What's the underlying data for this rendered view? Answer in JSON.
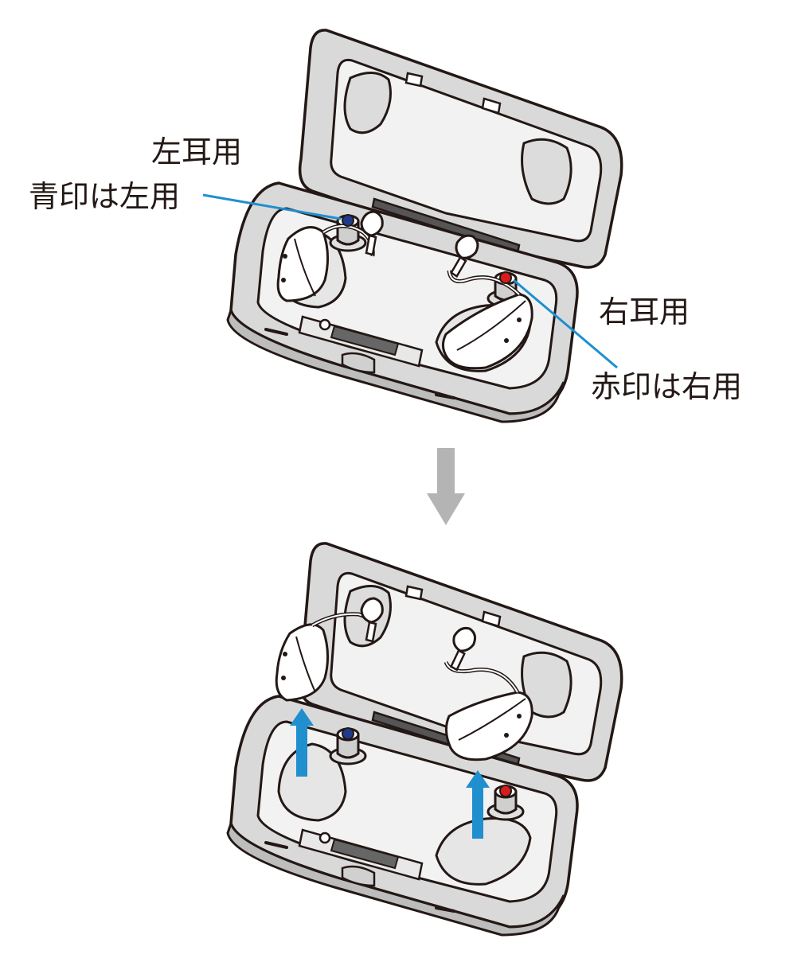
{
  "labels": {
    "left_ear": "左耳用",
    "left_mark": "青印は左用",
    "right_ear": "右耳用",
    "right_mark": "赤印は右用"
  },
  "colors": {
    "callout_line": "#1f8fce",
    "lift_arrow": "#1f8fce",
    "step_arrow": "#b4b4b4",
    "left_mark_dot": "#1e3a8a",
    "right_mark_dot": "#d81c1c",
    "outline": "#231815",
    "case_face": "#d9d9d9",
    "case_inner": "#f2f2f2"
  },
  "icons": {
    "step": "down-arrow-icon",
    "lift": "up-arrow-icon"
  }
}
